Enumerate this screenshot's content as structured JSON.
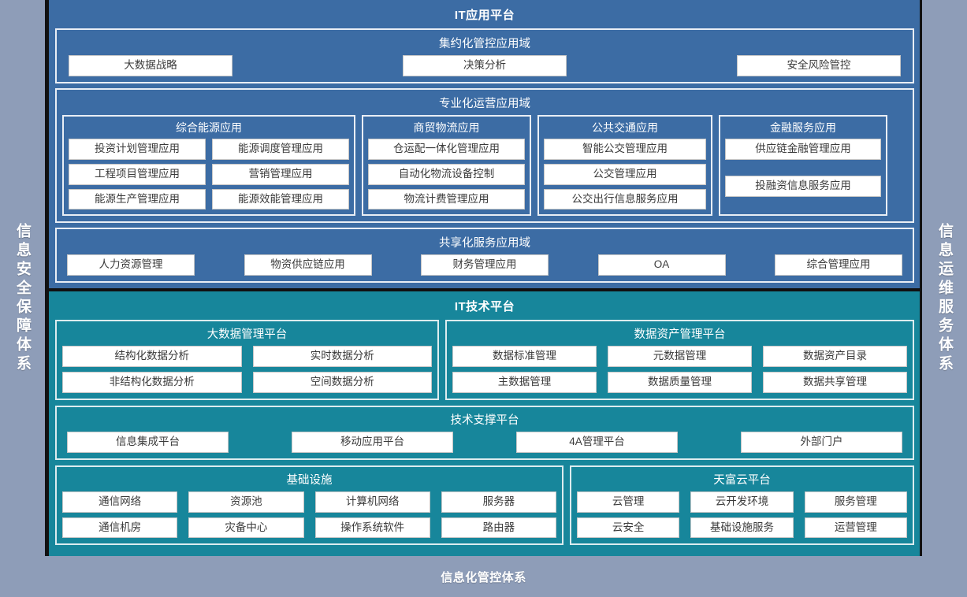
{
  "colors": {
    "frame_bg": "#8e9db8",
    "app_platform_bg": "#3c6ca4",
    "tech_platform_bg": "#17869b",
    "chip_bg": "#ffffff",
    "chip_text": "#3a3a3a",
    "border_light": "#e9eef5",
    "outline_dark": "#111111"
  },
  "rails": {
    "left_label": "信息安全保障体系",
    "right_label": "信息运维服务体系"
  },
  "app_platform": {
    "title": "IT应用平台",
    "domains": [
      {
        "title": "集约化管控应用域",
        "type": "chips",
        "chips": [
          "大数据战略",
          "决策分析",
          "安全风险管控"
        ]
      },
      {
        "title": "专业化运营应用域",
        "type": "subgroups",
        "subgroups": [
          {
            "title": "综合能源应用",
            "rows": [
              [
                "投资计划管理应用",
                "能源调度管理应用"
              ],
              [
                "工程项目管理应用",
                "营销管理应用"
              ],
              [
                "能源生产管理应用",
                "能源效能管理应用"
              ]
            ]
          },
          {
            "title": "商贸物流应用",
            "rows": [
              [
                "仓运配一体化管理应用"
              ],
              [
                "自动化物流设备控制"
              ],
              [
                "物流计费管理应用"
              ]
            ]
          },
          {
            "title": "公共交通应用",
            "rows": [
              [
                "智能公交管理应用"
              ],
              [
                "公交管理应用"
              ],
              [
                "公交出行信息服务应用"
              ]
            ]
          },
          {
            "title": "金融服务应用",
            "rows": [
              [
                "供应链金融管理应用"
              ],
              [
                ""
              ],
              [
                "投融资信息服务应用"
              ]
            ]
          }
        ]
      },
      {
        "title": "共享化服务应用域",
        "type": "chips",
        "chips": [
          "人力资源管理",
          "物资供应链应用",
          "财务管理应用",
          "OA",
          "综合管理应用"
        ]
      }
    ]
  },
  "tech_platform": {
    "title": "IT技术平台",
    "top_columns": [
      {
        "title": "大数据管理平台",
        "rows": [
          [
            "结构化数据分析",
            "实时数据分析"
          ],
          [
            "非结构化数据分析",
            "空间数据分析"
          ]
        ]
      },
      {
        "title": "数据资产管理平台",
        "rows": [
          [
            "数据标准管理",
            "元数据管理",
            "数据资产目录"
          ],
          [
            "主数据管理",
            "数据质量管理",
            "数据共享管理"
          ]
        ]
      }
    ],
    "support": {
      "title": "技术支撑平台",
      "chips": [
        "信息集成平台",
        "移动应用平台",
        "4A管理平台",
        "外部门户"
      ]
    },
    "bottom_columns": [
      {
        "title": "基础设施",
        "rows": [
          [
            "通信网络",
            "资源池",
            "计算机网络",
            "服务器"
          ],
          [
            "通信机房",
            "灾备中心",
            "操作系统软件",
            "路由器"
          ]
        ]
      },
      {
        "title": "天富云平台",
        "rows": [
          [
            "云管理",
            "云开发环境",
            "服务管理"
          ],
          [
            "云安全",
            "基础设施服务",
            "运营管理"
          ]
        ]
      }
    ]
  },
  "footer": {
    "label": "信息化管控体系"
  }
}
